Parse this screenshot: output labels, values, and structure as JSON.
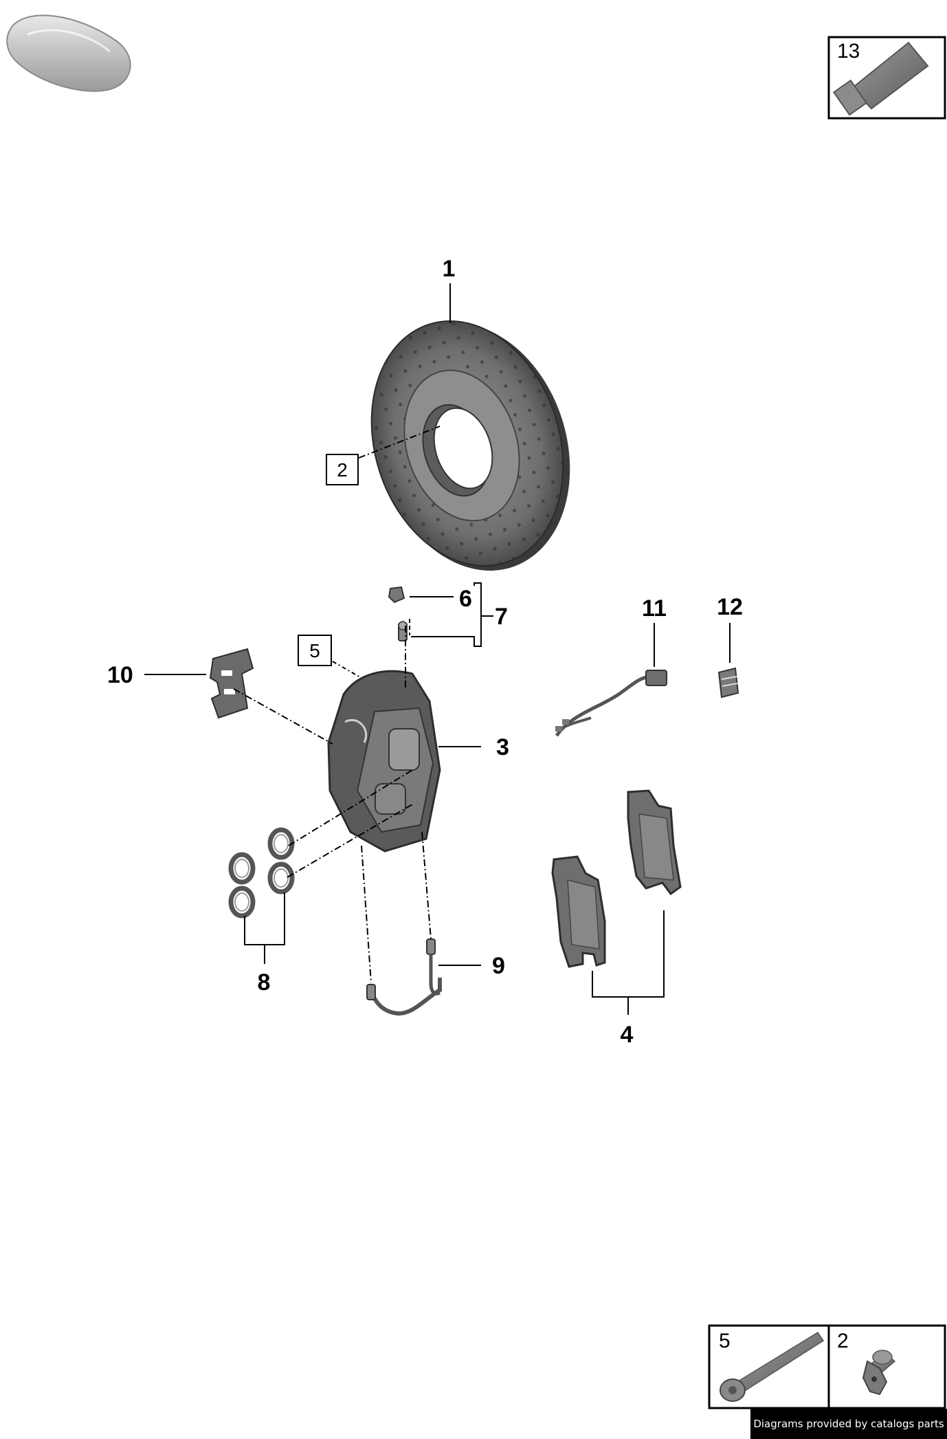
{
  "callouts": {
    "c1": "1",
    "c2": "2",
    "c3": "3",
    "c4": "4",
    "c5": "5",
    "c6": "6",
    "c7": "7",
    "c8": "8",
    "c9": "9",
    "c10": "10",
    "c11": "11",
    "c12": "12"
  },
  "insets": {
    "tube_label": "13",
    "bolt_label": "5",
    "screw_label": "2"
  },
  "credit": "Diagrams provided by catalogs parts",
  "colors": {
    "part_fill": "#7d7d7d",
    "part_dark": "#4a4a4a",
    "line": "#000000",
    "credit_bg": "#000000"
  },
  "icons": [
    "car-thumbnail-icon",
    "grease-tube-icon",
    "bolt-icon",
    "screw-icon"
  ]
}
